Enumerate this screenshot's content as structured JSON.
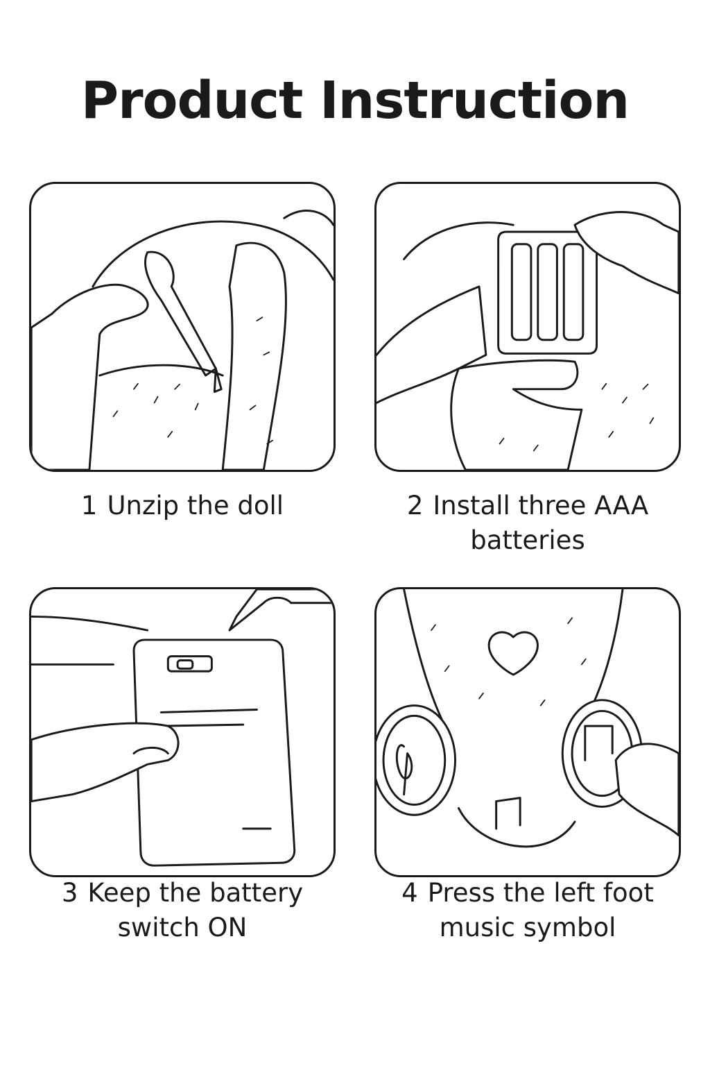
{
  "title": "Product Instruction",
  "steps": [
    {
      "number": "1",
      "line1": "Unzip the doll",
      "line2": ""
    },
    {
      "number": "2",
      "line1": "Install three AAA",
      "line2": "batteries"
    },
    {
      "number": "3",
      "line1": "Keep the battery",
      "line2": "switch ON"
    },
    {
      "number": "4",
      "line1": "Press the left foot",
      "line2": "music symbol"
    }
  ],
  "colors": {
    "ink": "#1a1a1a",
    "background": "#ffffff"
  }
}
